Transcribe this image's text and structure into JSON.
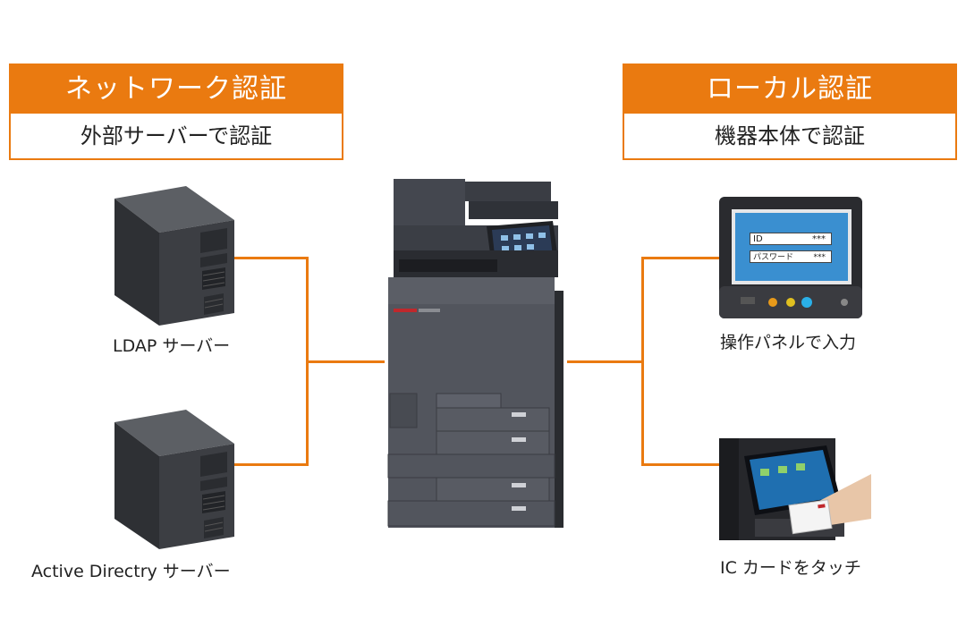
{
  "network": {
    "title": "ネットワーク認証",
    "subtitle": "外部サーバーで認証"
  },
  "local": {
    "title": "ローカル認証",
    "subtitle": "機器本体で認証"
  },
  "servers": [
    {
      "label": "LDAP サーバー"
    },
    {
      "label": "Active Directry サーバー"
    }
  ],
  "methods": [
    {
      "label": "操作パネルで入力"
    },
    {
      "label": "IC カードをタッチ"
    }
  ],
  "panel": {
    "id_label": "ID",
    "id_value": "***",
    "pw_label": "パスワード",
    "pw_value": "***"
  },
  "colors": {
    "accent": "#ea7a10"
  }
}
